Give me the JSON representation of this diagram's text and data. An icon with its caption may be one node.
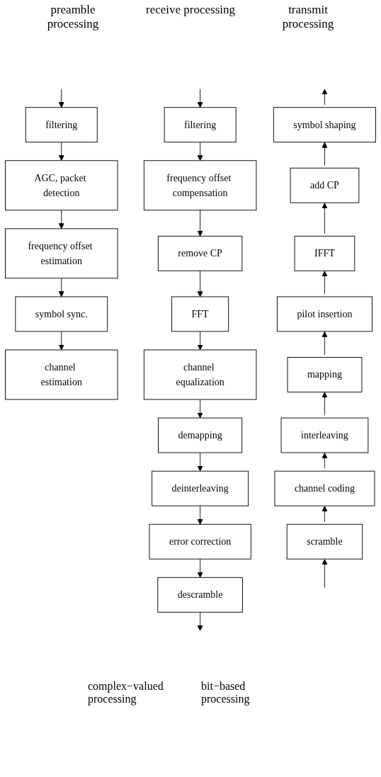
{
  "diagram": {
    "nodes": [
      {
        "text": [
          "filtering"
        ]
      },
      {
        "text": [
          "AGC, packet detection"
        ]
      },
      {
        "text": [
          "frequency offset estimation"
        ]
      },
      {
        "text": [
          "symbol sync."
        ]
      },
      {
        "text": [
          "channel estimation"
        ]
      },
      {
        "text": [
          "filtering"
        ]
      },
      {
        "text": [
          "frequency offset compensation"
        ]
      },
      {
        "text": [
          "remove CP"
        ]
      },
      {
        "text": [
          "FFT"
        ]
      },
      {
        "text": [
          "channel equalization"
        ]
      },
      {
        "text": [
          "demapping"
        ]
      },
      {
        "text": [
          "deinterleaving"
        ]
      },
      {
        "text": [
          "error correction"
        ]
      },
      {
        "text": [
          "descramble"
        ]
      },
      {
        "text": [
          "symbol shaping"
        ]
      },
      {
        "text": [
          "add CP"
        ]
      },
      {
        "text": [
          "IFFT"
        ]
      },
      {
        "text": [
          "pilot insertion"
        ]
      },
      {
        "text": [
          "mapping"
        ]
      },
      {
        "text": [
          "interleaving"
        ]
      },
      {
        "text": [
          "channel coding"
        ]
      },
      {
        "text": [
          "scramble"
        ]
      }
    ],
    "edges": [
      {
        "from": null,
        "to": 0,
        "arrow": "to"
      },
      {
        "from": 0,
        "to": 1,
        "arrow": "to"
      },
      {
        "from": 1,
        "to": 2,
        "arrow": "to"
      },
      {
        "from": 2,
        "to": 3,
        "arrow": "to"
      },
      {
        "from": 3,
        "to": 4,
        "arrow": "to"
      },
      {
        "from": null,
        "to": 5,
        "arrow": "to"
      },
      {
        "from": 5,
        "to": 6,
        "arrow": "to"
      },
      {
        "from": 6,
        "to": 7,
        "arrow": "to"
      },
      {
        "from": 7,
        "to": 8,
        "arrow": "to"
      },
      {
        "from": 8,
        "to": 9,
        "arrow": "to"
      },
      {
        "from": 9,
        "to": 10,
        "arrow": "to"
      },
      {
        "from": 10,
        "to": 11,
        "arrow": "to"
      },
      {
        "from": 11,
        "to": 12,
        "arrow": "to"
      },
      {
        "from": 12,
        "to": 13,
        "arrow": "to"
      },
      {
        "from": 13,
        "to": null,
        "arrow": "to"
      },
      {
        "from": null,
        "to": 21,
        "arrow": "to"
      },
      {
        "from": 21,
        "to": 20,
        "arrow": "to"
      },
      {
        "from": 20,
        "to": 19,
        "arrow": "to"
      },
      {
        "from": 19,
        "to": 18,
        "arrow": "to"
      },
      {
        "from": 18,
        "to": 17,
        "arrow": "to"
      },
      {
        "from": 17,
        "to": 16,
        "arrow": "to"
      },
      {
        "from": 16,
        "to": 15,
        "arrow": "to"
      },
      {
        "from": 15,
        "to": 14,
        "arrow": "to"
      },
      {
        "from": 14,
        "to": null,
        "arrow": "to"
      }
    ],
    "labels": [
      "preamble processing",
      "receive processing",
      "transmit processing",
      "complex−valued processing",
      "bit−based processing"
    ]
  }
}
